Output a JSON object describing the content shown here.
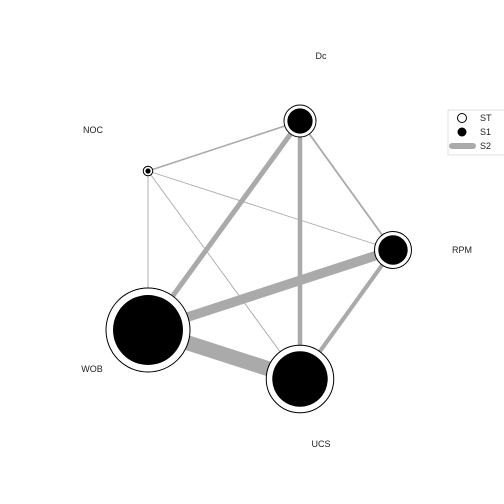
{
  "chart_data": {
    "type": "network",
    "title": "",
    "nodes": [
      {
        "id": "Dc",
        "label": "Dc",
        "st": 0.045,
        "s1": 0.028
      },
      {
        "id": "NOC",
        "label": "NOC",
        "st": 0.004,
        "s1": 0.0012
      },
      {
        "id": "RPM",
        "label": "RPM",
        "st": 0.06,
        "s1": 0.038
      },
      {
        "id": "WOB",
        "label": "WOB",
        "st": 0.31,
        "s1": 0.215
      },
      {
        "id": "UCS",
        "label": "UCS",
        "st": 0.2,
        "s1": 0.135
      }
    ],
    "edges": [
      {
        "source": "Dc",
        "target": "NOC",
        "s2": 0.007
      },
      {
        "source": "Dc",
        "target": "RPM",
        "s2": 0.008
      },
      {
        "source": "Dc",
        "target": "WOB",
        "s2": 0.022
      },
      {
        "source": "Dc",
        "target": "UCS",
        "s2": 0.02
      },
      {
        "source": "NOC",
        "target": "RPM",
        "s2": 0.004
      },
      {
        "source": "NOC",
        "target": "WOB",
        "s2": 0.004
      },
      {
        "source": "NOC",
        "target": "UCS",
        "s2": 0.004
      },
      {
        "source": "RPM",
        "target": "WOB",
        "s2": 0.042
      },
      {
        "source": "RPM",
        "target": "UCS",
        "s2": 0.018
      },
      {
        "source": "WOB",
        "target": "UCS",
        "s2": 0.066
      }
    ],
    "legend": {
      "placement": "right",
      "items": [
        {
          "key": "st",
          "label": "ST"
        },
        {
          "key": "s1",
          "label": "S1"
        },
        {
          "key": "s2",
          "label": "S2"
        }
      ]
    },
    "colors": {
      "st_fill": "#ffffff",
      "s1_fill": "#000000",
      "edge": "#aaaaaa",
      "outline": "#000000"
    }
  }
}
